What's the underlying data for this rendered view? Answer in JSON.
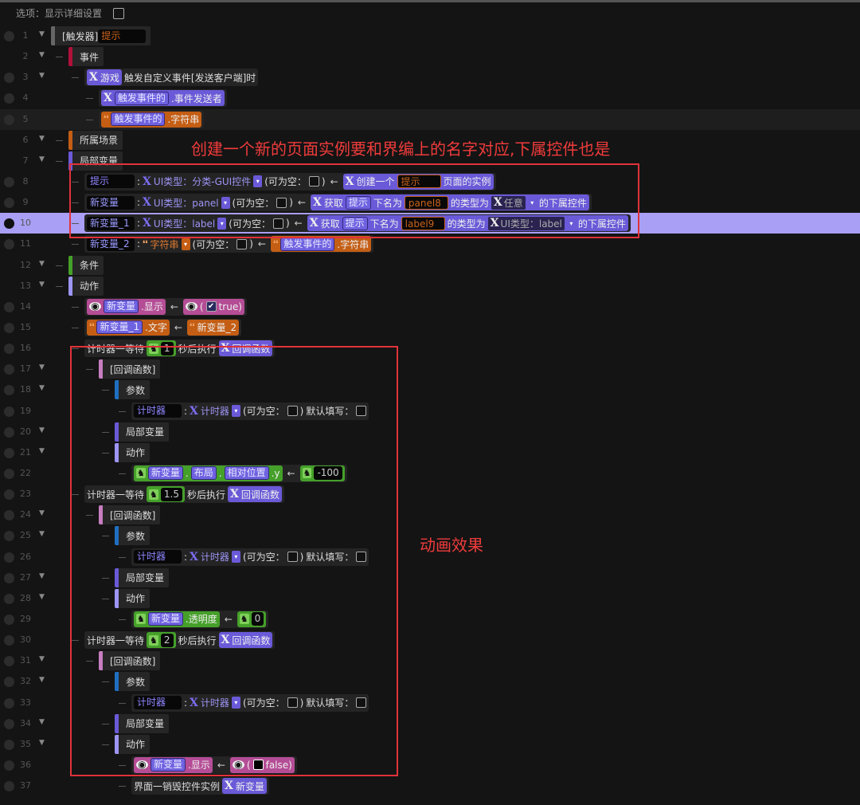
{
  "options": {
    "label": "选项：显示详细设置",
    "checked": false
  },
  "annotations": {
    "note1": "创建一个新的页面实例要和界编上的名字对应,下属控件也是",
    "note2": "动画效果"
  },
  "colors": {
    "purple": "#6a5ad8",
    "orange": "#c45e14",
    "pink": "#b54d96",
    "green": "#45a02a",
    "highlight": "#a99ff5",
    "annotation": "#e0323a"
  },
  "rows": [
    {
      "n": "1",
      "depth": 0,
      "fold": true,
      "dot": true,
      "hdr": "#666",
      "items": [
        {
          "t": "text",
          "v": "[触发器]"
        },
        {
          "t": "field",
          "v": "提示",
          "k": "o2"
        }
      ]
    },
    {
      "n": "2",
      "depth": 1,
      "fold": true,
      "hdr": "#b0103a",
      "items": [
        {
          "t": "text",
          "v": "事件"
        }
      ]
    },
    {
      "n": "3",
      "depth": 2,
      "fold": true,
      "dot": true,
      "items": [
        {
          "t": "blk",
          "c": "purple",
          "items": [
            {
              "t": "x"
            },
            {
              "t": "text",
              "v": "游戏"
            }
          ]
        },
        {
          "t": "text",
          "v": "触发自定义事件[发送客户端]时"
        }
      ]
    },
    {
      "n": "4",
      "depth": 3,
      "dot": true,
      "items": [
        {
          "t": "blk",
          "c": "purple",
          "items": [
            {
              "t": "x"
            },
            {
              "t": "chip",
              "v": "触发事件的"
            },
            {
              "t": "text",
              "v": ".事件发送者"
            }
          ]
        }
      ]
    },
    {
      "n": "5",
      "depth": 3,
      "dot": true,
      "hov": true,
      "items": [
        {
          "t": "blk",
          "c": "orange",
          "items": [
            {
              "t": "q"
            },
            {
              "t": "chip",
              "v": "触发事件的"
            },
            {
              "t": "text",
              "v": ".字符串"
            }
          ]
        }
      ]
    },
    {
      "n": "6",
      "depth": 1,
      "fold": true,
      "hdr": "#c45e14",
      "items": [
        {
          "t": "text",
          "v": "所属场景"
        }
      ]
    },
    {
      "n": "7",
      "depth": 1,
      "fold": true,
      "hdr": "#6a5ad8",
      "items": [
        {
          "t": "text",
          "v": "局部变量"
        }
      ]
    },
    {
      "n": "8",
      "depth": 2,
      "dot": true,
      "items": [
        {
          "t": "field",
          "v": "提示"
        },
        {
          "t": "text",
          "v": ":"
        },
        {
          "t": "x"
        },
        {
          "t": "ptext",
          "v": "UI类型：分类-GUI控件"
        },
        {
          "t": "dd"
        },
        {
          "t": "text",
          "v": "(可为空："
        },
        {
          "t": "cb"
        },
        {
          "t": "text",
          "v": ")"
        },
        {
          "t": "arrow",
          "v": "←"
        },
        {
          "t": "blk",
          "c": "purple",
          "items": [
            {
              "t": "x"
            },
            {
              "t": "text",
              "v": "创建一个"
            },
            {
              "t": "field",
              "v": "提示",
              "k": "o"
            },
            {
              "t": "text",
              "v": "页面的实例"
            }
          ]
        }
      ]
    },
    {
      "n": "9",
      "depth": 2,
      "dot": true,
      "items": [
        {
          "t": "field",
          "v": "新变量",
          "k": "w"
        },
        {
          "t": "text",
          "v": ":"
        },
        {
          "t": "x"
        },
        {
          "t": "ptext",
          "v": "UI类型：panel"
        },
        {
          "t": "dd"
        },
        {
          "t": "text",
          "v": "(可为空："
        },
        {
          "t": "cb"
        },
        {
          "t": "text",
          "v": ")"
        },
        {
          "t": "arrow",
          "v": "←"
        },
        {
          "t": "blk",
          "c": "purple",
          "items": [
            {
              "t": "x"
            },
            {
              "t": "text",
              "v": "获取"
            },
            {
              "t": "chip",
              "v": "提示"
            },
            {
              "t": "text",
              "v": "下名为"
            },
            {
              "t": "field",
              "v": "panel8",
              "k": "o"
            },
            {
              "t": "text",
              "v": "的类型为"
            },
            {
              "t": "dk",
              "items": [
                {
                  "t": "x"
                },
                {
                  "t": "text",
                  "v": "任意"
                }
              ]
            },
            {
              "t": "dd"
            },
            {
              "t": "text",
              "v": "的下属控件"
            }
          ]
        }
      ]
    },
    {
      "n": "10",
      "depth": 2,
      "dot": true,
      "sel": true,
      "items": [
        {
          "t": "field",
          "v": "新变量_1",
          "k": "w"
        },
        {
          "t": "text",
          "v": ":"
        },
        {
          "t": "x"
        },
        {
          "t": "ptext",
          "v": "UI类型：label"
        },
        {
          "t": "dd"
        },
        {
          "t": "text",
          "v": "(可为空："
        },
        {
          "t": "cb"
        },
        {
          "t": "text",
          "v": ")"
        },
        {
          "t": "arrow",
          "v": "←"
        },
        {
          "t": "blk",
          "c": "purple",
          "items": [
            {
              "t": "x"
            },
            {
              "t": "text",
              "v": "获取"
            },
            {
              "t": "chip",
              "v": "提示"
            },
            {
              "t": "text",
              "v": "下名为"
            },
            {
              "t": "field",
              "v": "label9",
              "k": "o"
            },
            {
              "t": "text",
              "v": "的类型为"
            },
            {
              "t": "dk",
              "items": [
                {
                  "t": "x"
                },
                {
                  "t": "text",
                  "v": "UI类型：label"
                }
              ]
            },
            {
              "t": "dd"
            },
            {
              "t": "text",
              "v": "的下属控件"
            }
          ]
        }
      ]
    },
    {
      "n": "11",
      "depth": 2,
      "dot": true,
      "items": [
        {
          "t": "field",
          "v": "新变量_2",
          "k": "w"
        },
        {
          "t": "text",
          "v": ":"
        },
        {
          "t": "q"
        },
        {
          "t": "otext",
          "v": "字符串"
        },
        {
          "t": "dd",
          "k": "o"
        },
        {
          "t": "text",
          "v": "(可为空："
        },
        {
          "t": "cb"
        },
        {
          "t": "text",
          "v": ")"
        },
        {
          "t": "arrow",
          "v": "←"
        },
        {
          "t": "blk",
          "c": "orange",
          "items": [
            {
              "t": "q"
            },
            {
              "t": "chip",
              "v": "触发事件的"
            },
            {
              "t": "text",
              "v": ".字符串"
            }
          ]
        }
      ]
    },
    {
      "n": "12",
      "depth": 1,
      "fold": true,
      "hdr": "#45a02a",
      "items": [
        {
          "t": "text",
          "v": "条件"
        }
      ]
    },
    {
      "n": "13",
      "depth": 1,
      "fold": true,
      "hdr": "#9d95f5",
      "items": [
        {
          "t": "text",
          "v": "动作"
        }
      ]
    },
    {
      "n": "14",
      "depth": 2,
      "dot": true,
      "items": [
        {
          "t": "blk",
          "c": "pink",
          "items": [
            {
              "t": "eye"
            },
            {
              "t": "chip",
              "v": "新变量"
            },
            {
              "t": "text",
              "v": ".显示"
            }
          ]
        },
        {
          "t": "arrow",
          "v": "←"
        },
        {
          "t": "blk",
          "c": "pink",
          "items": [
            {
              "t": "eye"
            },
            {
              "t": "text",
              "v": "("
            },
            {
              "t": "cb",
              "on": true
            },
            {
              "t": "text",
              "v": "true)"
            }
          ]
        }
      ]
    },
    {
      "n": "15",
      "depth": 2,
      "dot": true,
      "items": [
        {
          "t": "blk",
          "c": "orange",
          "items": [
            {
              "t": "q"
            },
            {
              "t": "chip",
              "v": "新变量_1"
            },
            {
              "t": "text",
              "v": ".文字"
            }
          ]
        },
        {
          "t": "arrow",
          "v": "←"
        },
        {
          "t": "blk",
          "c": "orange",
          "items": [
            {
              "t": "q"
            },
            {
              "t": "text",
              "v": "新变量_2"
            }
          ]
        }
      ]
    },
    {
      "n": "16",
      "depth": 2,
      "dot": true,
      "items": [
        {
          "t": "text",
          "v": "计时器一等待"
        },
        {
          "t": "blk",
          "c": "green",
          "items": [
            {
              "t": "cam"
            },
            {
              "t": "field",
              "v": "1",
              "k": "n"
            }
          ]
        },
        {
          "t": "text",
          "v": "秒后执行"
        },
        {
          "t": "blk",
          "c": "purple",
          "items": [
            {
              "t": "x"
            },
            {
              "t": "text",
              "v": "回调函数"
            }
          ]
        }
      ]
    },
    {
      "n": "17",
      "depth": 3,
      "fold": true,
      "dot": true,
      "hdr": "#c77dc0",
      "items": [
        {
          "t": "text",
          "v": "[回调函数]"
        }
      ]
    },
    {
      "n": "18",
      "depth": 4,
      "fold": true,
      "dot": true,
      "hdr": "#1f6fc0",
      "items": [
        {
          "t": "text",
          "v": "参数"
        }
      ]
    },
    {
      "n": "19",
      "depth": 5,
      "dot": true,
      "items": [
        {
          "t": "field",
          "v": "计时器"
        },
        {
          "t": "text",
          "v": ":"
        },
        {
          "t": "x"
        },
        {
          "t": "ptext",
          "v": "计时器"
        },
        {
          "t": "dd"
        },
        {
          "t": "text",
          "v": "(可为空："
        },
        {
          "t": "cb"
        },
        {
          "t": "text",
          "v": ")"
        },
        {
          "t": "text",
          "v": "默认填写："
        },
        {
          "t": "cb"
        }
      ]
    },
    {
      "n": "20",
      "depth": 4,
      "fold": true,
      "dot": true,
      "hdr": "#6a5ad8",
      "items": [
        {
          "t": "text",
          "v": "局部变量"
        }
      ]
    },
    {
      "n": "21",
      "depth": 4,
      "fold": true,
      "dot": true,
      "hdr": "#9d95f5",
      "items": [
        {
          "t": "text",
          "v": "动作"
        }
      ]
    },
    {
      "n": "22",
      "depth": 5,
      "dot": true,
      "items": [
        {
          "t": "blk",
          "c": "green",
          "items": [
            {
              "t": "cam"
            },
            {
              "t": "chip",
              "v": "新变量"
            },
            {
              "t": "text",
              "v": "."
            },
            {
              "t": "chip",
              "v": "布局"
            },
            {
              "t": "text",
              "v": "."
            },
            {
              "t": "chip",
              "v": "相对位置"
            },
            {
              "t": "text",
              "v": ".y"
            }
          ]
        },
        {
          "t": "arrow",
          "v": "←"
        },
        {
          "t": "blk",
          "c": "green",
          "items": [
            {
              "t": "cam"
            },
            {
              "t": "field",
              "v": "-100",
              "k": "n"
            }
          ]
        }
      ]
    },
    {
      "n": "23",
      "depth": 2,
      "dot": true,
      "items": [
        {
          "t": "text",
          "v": "计时器一等待"
        },
        {
          "t": "blk",
          "c": "green",
          "items": [
            {
              "t": "cam"
            },
            {
              "t": "field",
              "v": "1.5",
              "k": "n"
            }
          ]
        },
        {
          "t": "text",
          "v": "秒后执行"
        },
        {
          "t": "blk",
          "c": "purple",
          "items": [
            {
              "t": "x"
            },
            {
              "t": "text",
              "v": "回调函数"
            }
          ]
        }
      ]
    },
    {
      "n": "24",
      "depth": 3,
      "fold": true,
      "dot": true,
      "hdr": "#c77dc0",
      "items": [
        {
          "t": "text",
          "v": "[回调函数]"
        }
      ]
    },
    {
      "n": "25",
      "depth": 4,
      "fold": true,
      "dot": true,
      "hdr": "#1f6fc0",
      "items": [
        {
          "t": "text",
          "v": "参数"
        }
      ]
    },
    {
      "n": "26",
      "depth": 5,
      "dot": true,
      "items": [
        {
          "t": "field",
          "v": "计时器"
        },
        {
          "t": "text",
          "v": ":"
        },
        {
          "t": "x"
        },
        {
          "t": "ptext",
          "v": "计时器"
        },
        {
          "t": "dd"
        },
        {
          "t": "text",
          "v": "(可为空："
        },
        {
          "t": "cb"
        },
        {
          "t": "text",
          "v": ")"
        },
        {
          "t": "text",
          "v": "默认填写："
        },
        {
          "t": "cb"
        }
      ]
    },
    {
      "n": "27",
      "depth": 4,
      "fold": true,
      "dot": true,
      "hdr": "#6a5ad8",
      "items": [
        {
          "t": "text",
          "v": "局部变量"
        }
      ]
    },
    {
      "n": "28",
      "depth": 4,
      "fold": true,
      "dot": true,
      "hdr": "#9d95f5",
      "items": [
        {
          "t": "text",
          "v": "动作"
        }
      ]
    },
    {
      "n": "29",
      "depth": 5,
      "dot": true,
      "items": [
        {
          "t": "blk",
          "c": "green",
          "items": [
            {
              "t": "cam"
            },
            {
              "t": "chip",
              "v": "新变量"
            },
            {
              "t": "text",
              "v": ".透明度"
            }
          ]
        },
        {
          "t": "arrow",
          "v": "←"
        },
        {
          "t": "blk",
          "c": "green",
          "items": [
            {
              "t": "cam"
            },
            {
              "t": "field",
              "v": "0",
              "k": "n"
            }
          ]
        }
      ]
    },
    {
      "n": "30",
      "depth": 2,
      "dot": true,
      "items": [
        {
          "t": "text",
          "v": "计时器一等待"
        },
        {
          "t": "blk",
          "c": "green",
          "items": [
            {
              "t": "cam"
            },
            {
              "t": "field",
              "v": "2",
              "k": "n"
            }
          ]
        },
        {
          "t": "text",
          "v": "秒后执行"
        },
        {
          "t": "blk",
          "c": "purple",
          "items": [
            {
              "t": "x"
            },
            {
              "t": "text",
              "v": "回调函数"
            }
          ]
        }
      ]
    },
    {
      "n": "31",
      "depth": 3,
      "fold": true,
      "dot": true,
      "hdr": "#c77dc0",
      "items": [
        {
          "t": "text",
          "v": "[回调函数]"
        }
      ]
    },
    {
      "n": "32",
      "depth": 4,
      "fold": true,
      "dot": true,
      "hdr": "#1f6fc0",
      "items": [
        {
          "t": "text",
          "v": "参数"
        }
      ]
    },
    {
      "n": "33",
      "depth": 5,
      "dot": true,
      "items": [
        {
          "t": "field",
          "v": "计时器"
        },
        {
          "t": "text",
          "v": ":"
        },
        {
          "t": "x"
        },
        {
          "t": "ptext",
          "v": "计时器"
        },
        {
          "t": "dd"
        },
        {
          "t": "text",
          "v": "(可为空："
        },
        {
          "t": "cb"
        },
        {
          "t": "text",
          "v": ")"
        },
        {
          "t": "text",
          "v": "默认填写："
        },
        {
          "t": "cb"
        }
      ]
    },
    {
      "n": "34",
      "depth": 4,
      "fold": true,
      "dot": true,
      "hdr": "#6a5ad8",
      "items": [
        {
          "t": "text",
          "v": "局部变量"
        }
      ]
    },
    {
      "n": "35",
      "depth": 4,
      "fold": true,
      "dot": true,
      "hdr": "#9d95f5",
      "items": [
        {
          "t": "text",
          "v": "动作"
        }
      ]
    },
    {
      "n": "36",
      "depth": 5,
      "dot": true,
      "items": [
        {
          "t": "blk",
          "c": "pink",
          "items": [
            {
              "t": "eye"
            },
            {
              "t": "chip",
              "v": "新变量"
            },
            {
              "t": "text",
              "v": ".显示"
            }
          ]
        },
        {
          "t": "arrow",
          "v": "←"
        },
        {
          "t": "blk",
          "c": "pink",
          "items": [
            {
              "t": "eye"
            },
            {
              "t": "text",
              "v": "("
            },
            {
              "t": "cb",
              "on": false,
              "fill": true
            },
            {
              "t": "text",
              "v": "false)"
            }
          ]
        }
      ]
    },
    {
      "n": "37",
      "depth": 5,
      "dot": true,
      "items": [
        {
          "t": "text",
          "v": "界面一销毁控件实例"
        },
        {
          "t": "blk",
          "c": "purple",
          "items": [
            {
              "t": "x"
            },
            {
              "t": "text",
              "v": "新变量"
            }
          ]
        }
      ]
    }
  ]
}
